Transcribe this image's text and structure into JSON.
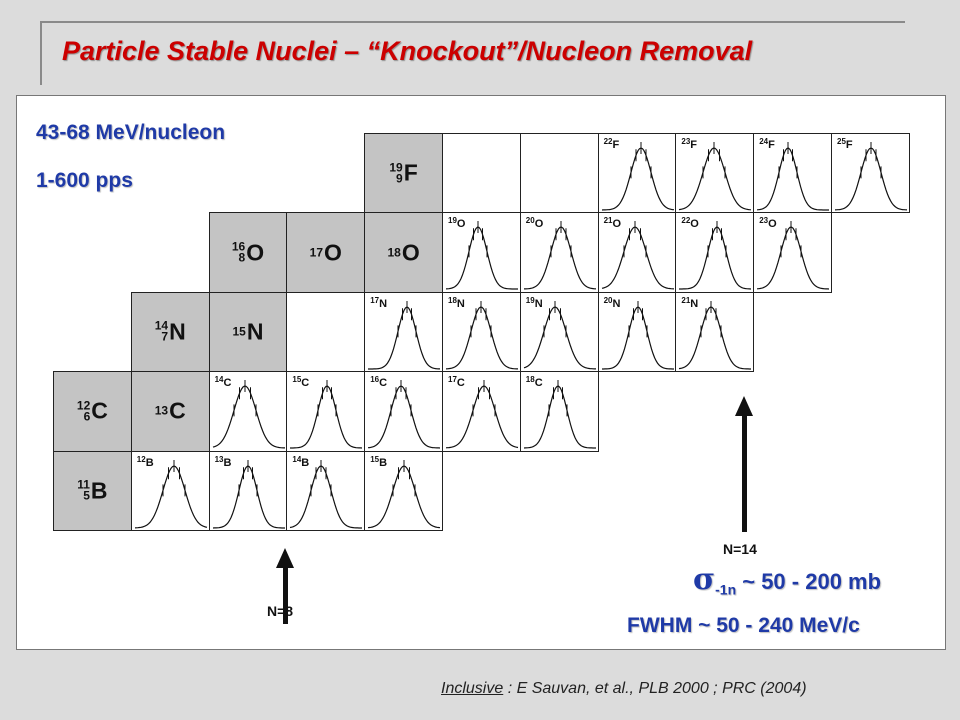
{
  "title": "Particle Stable Nuclei – “Knockout”/Nucleon Removal",
  "energy": "43-68 MeV/nucleon",
  "rate": "1-600 pps",
  "cross_section": {
    "symbol": "σ",
    "subscript": "-1n",
    "value": " ~ 50 - 200 mb"
  },
  "fwhm": "FWHM ~ 50 - 240 MeV/c",
  "arrow_n8": "N=8",
  "arrow_n14": "N=14",
  "reference": {
    "prefix": "Inclusive",
    "separator": " :  ",
    "text": "E Sauvan, et al., PLB 2000 ; PRC (2004)"
  },
  "colors": {
    "title": "#cc0000",
    "info": "#1f3aa7",
    "stable": "#c4c4c4"
  },
  "chart": {
    "rows": [
      {
        "element": "F",
        "cells": [
          {
            "col": 4,
            "kind": "stable",
            "mass": "19",
            "z": "9"
          },
          {
            "col": 5,
            "kind": "empty"
          },
          {
            "col": 6,
            "kind": "empty"
          },
          {
            "col": 7,
            "kind": "data",
            "mass": "22"
          },
          {
            "col": 8,
            "kind": "data",
            "mass": "23"
          },
          {
            "col": 9,
            "kind": "data",
            "mass": "24"
          },
          {
            "col": 10,
            "kind": "data",
            "mass": "25"
          }
        ]
      },
      {
        "element": "O",
        "cells": [
          {
            "col": 2,
            "kind": "stable",
            "mass": "16",
            "z": "8"
          },
          {
            "col": 3,
            "kind": "stable",
            "mass": "17"
          },
          {
            "col": 4,
            "kind": "stable",
            "mass": "18"
          },
          {
            "col": 5,
            "kind": "data",
            "mass": "19"
          },
          {
            "col": 6,
            "kind": "data",
            "mass": "20"
          },
          {
            "col": 7,
            "kind": "data",
            "mass": "21"
          },
          {
            "col": 8,
            "kind": "data",
            "mass": "22"
          },
          {
            "col": 9,
            "kind": "data",
            "mass": "23"
          }
        ]
      },
      {
        "element": "N",
        "cells": [
          {
            "col": 1,
            "kind": "stable",
            "mass": "14",
            "z": "7"
          },
          {
            "col": 2,
            "kind": "stable",
            "mass": "15"
          },
          {
            "col": 3,
            "kind": "empty"
          },
          {
            "col": 4,
            "kind": "data",
            "mass": "17"
          },
          {
            "col": 5,
            "kind": "data",
            "mass": "18"
          },
          {
            "col": 6,
            "kind": "data",
            "mass": "19"
          },
          {
            "col": 7,
            "kind": "data",
            "mass": "20"
          },
          {
            "col": 8,
            "kind": "data",
            "mass": "21"
          }
        ]
      },
      {
        "element": "C",
        "cells": [
          {
            "col": 0,
            "kind": "stable",
            "mass": "12",
            "z": "6"
          },
          {
            "col": 1,
            "kind": "stable",
            "mass": "13"
          },
          {
            "col": 2,
            "kind": "data",
            "mass": "14"
          },
          {
            "col": 3,
            "kind": "data",
            "mass": "15"
          },
          {
            "col": 4,
            "kind": "data",
            "mass": "16"
          },
          {
            "col": 5,
            "kind": "data",
            "mass": "17"
          },
          {
            "col": 6,
            "kind": "data",
            "mass": "18"
          }
        ]
      },
      {
        "element": "B",
        "cells": [
          {
            "col": 0,
            "kind": "stable",
            "mass": "11",
            "z": "5"
          },
          {
            "col": 1,
            "kind": "data",
            "mass": "12"
          },
          {
            "col": 2,
            "kind": "data",
            "mass": "13"
          },
          {
            "col": 3,
            "kind": "data",
            "mass": "14"
          },
          {
            "col": 4,
            "kind": "data",
            "mass": "15"
          }
        ]
      }
    ]
  }
}
